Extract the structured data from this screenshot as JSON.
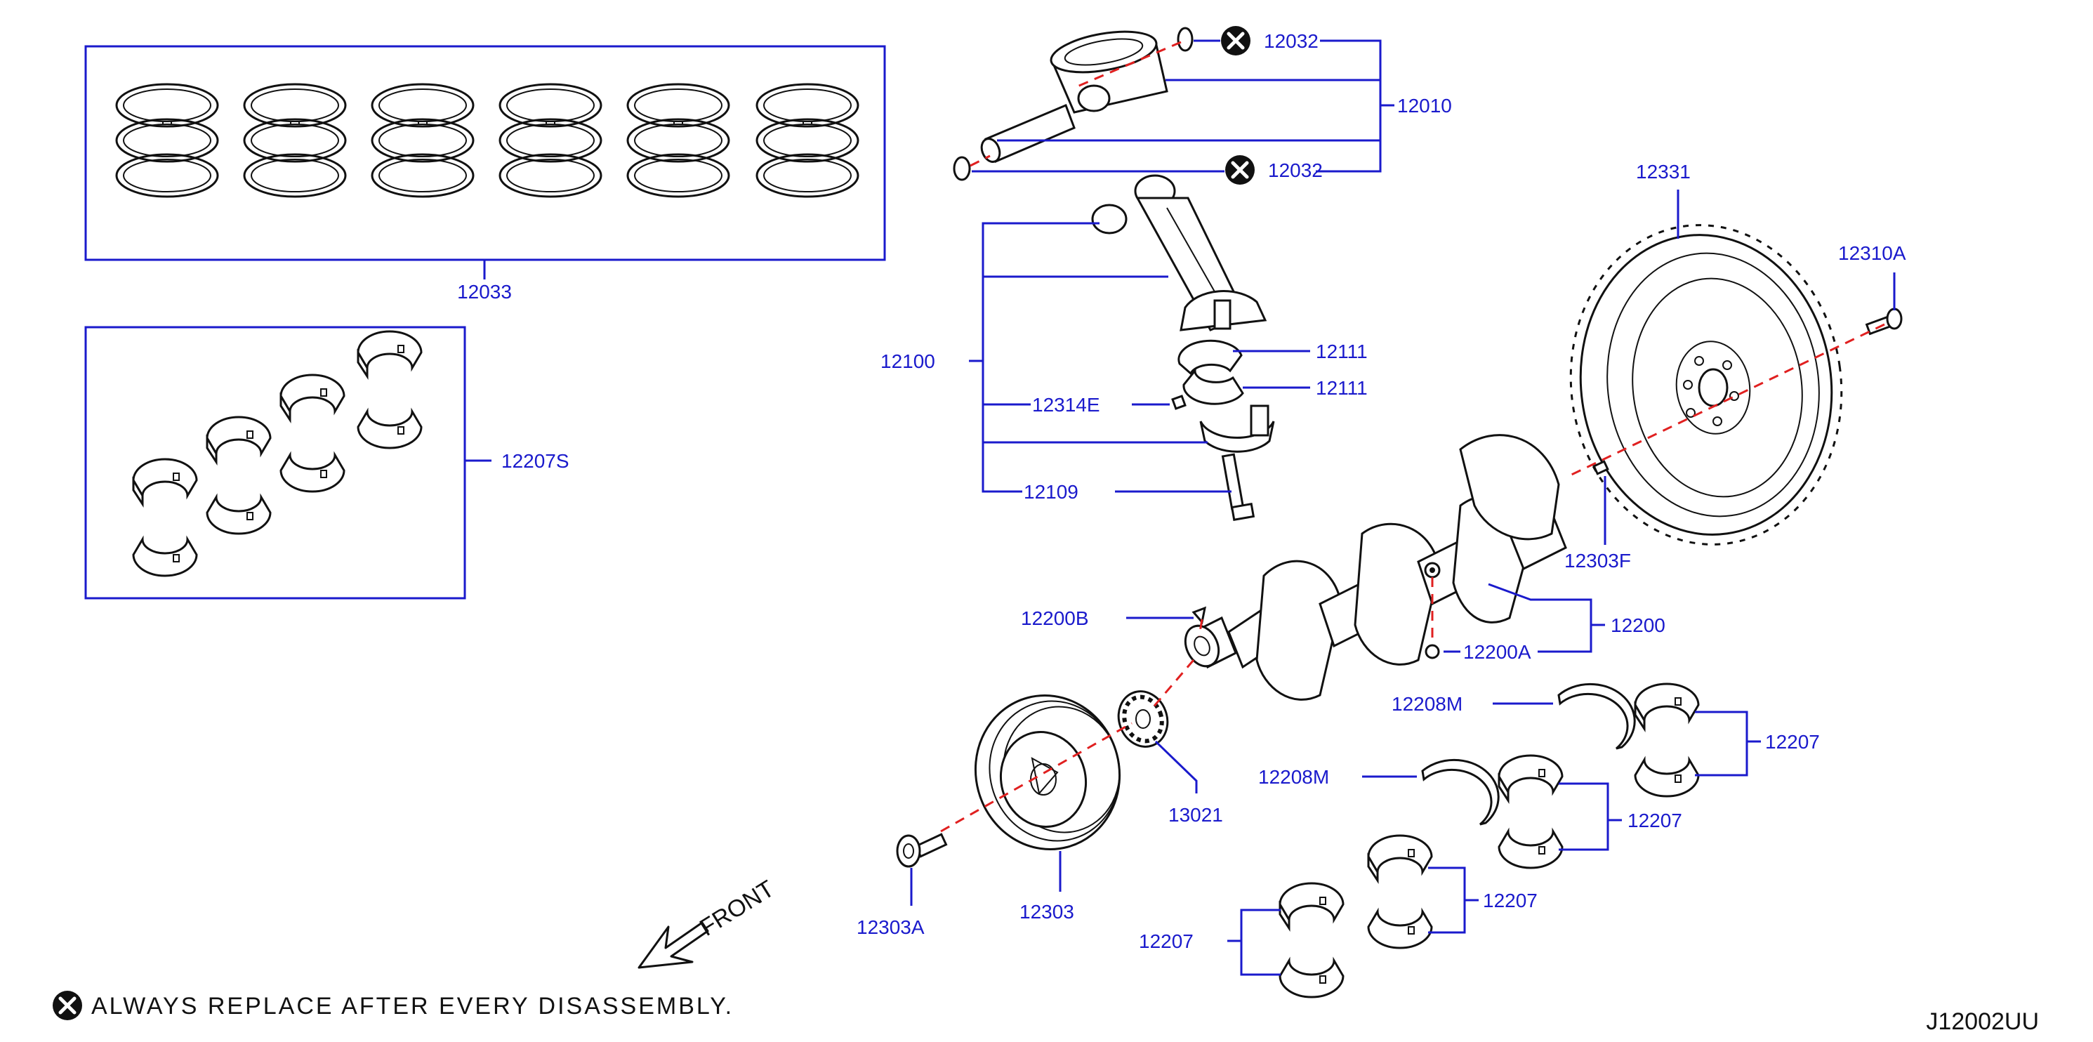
{
  "labels": {
    "p12033": "12033",
    "p12207S": "12207S",
    "p12032_top": "12032",
    "p12032_bottom": "12032",
    "p12010": "12010",
    "p12100": "12100",
    "p12111_a": "12111",
    "p12111_b": "12111",
    "p12314E": "12314E",
    "p12109": "12109",
    "p12331": "12331",
    "p12310A": "12310A",
    "p12303F": "12303F",
    "p12200": "12200",
    "p12200A": "12200A",
    "p12200B": "12200B",
    "p12208M_a": "12208M",
    "p12208M_b": "12208M",
    "p12207_a": "12207",
    "p12207_b": "12207",
    "p12207_c": "12207",
    "p12207_d": "12207",
    "p13021": "13021",
    "p12303": "12303",
    "p12303A": "12303A"
  },
  "front_label": "FRONT",
  "note": "ALWAYS REPLACE AFTER EVERY DISASSEMBLY.",
  "diagram_code": "J12002UU",
  "colors": {
    "callout": "#1a1acc",
    "axis": "#e02020",
    "line": "#111111"
  }
}
